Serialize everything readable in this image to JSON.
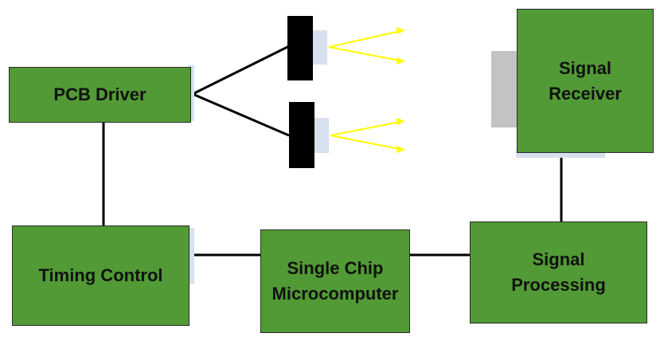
{
  "diagram": {
    "blocks": {
      "pcb_driver": "PCB Driver",
      "timing_control": "Timing Control",
      "single_chip": "Single Chip\nMicrocomputer",
      "signal_processing": "Signal\nProcessing",
      "signal_receiver": "Signal\nReceiver"
    },
    "colors": {
      "block_fill": "#519a35",
      "block_border": "#2b2b2b",
      "connector": "#000000",
      "emitter": "#000000",
      "lens": "#d6e0ef",
      "beam": "#ffff00",
      "receiver_panel": "#c3c3c3"
    },
    "icons": [
      "emitter-icon",
      "beam-arrow-icon"
    ]
  }
}
